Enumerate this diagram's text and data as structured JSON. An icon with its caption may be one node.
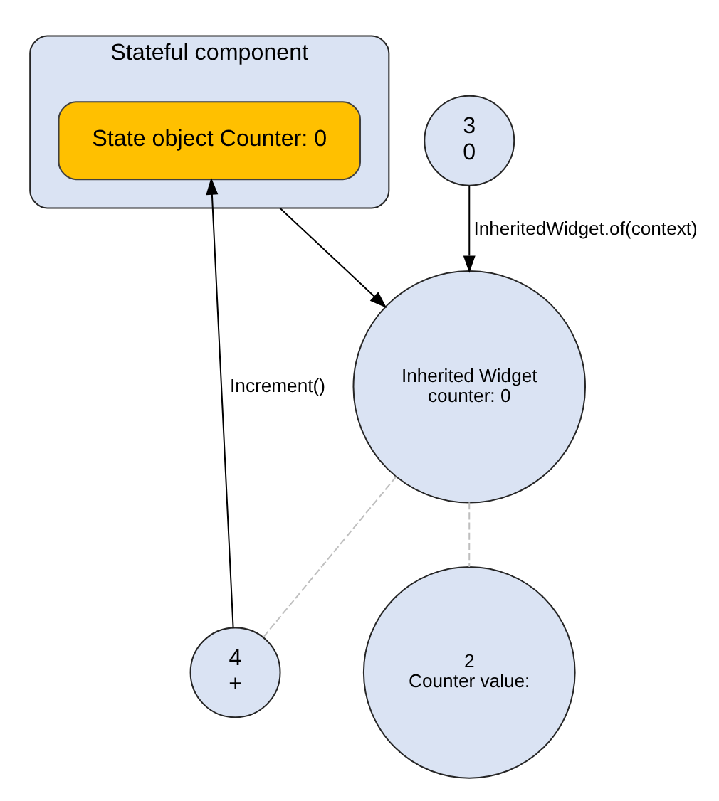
{
  "diagram": {
    "nodes": [
      {
        "text": [
          "Stateful component"
        ]
      },
      {
        "text": [
          "State object Counter: 0"
        ],
        "in": 0
      },
      {
        "text": [
          "Inherited Widget",
          "counter: 0"
        ]
      },
      {
        "text": [
          "2",
          "Counter value:"
        ]
      },
      {
        "text": [
          "3",
          "0"
        ]
      },
      {
        "text": [
          "4",
          "+"
        ]
      }
    ],
    "edges": [
      {
        "from": 0,
        "to": 2,
        "arrow": "to"
      },
      {
        "from": 2,
        "to": 3,
        "arrow": "none",
        "style": "dashed",
        "color": "#bfbfbf"
      },
      {
        "from": 4,
        "to": 2,
        "arrow": "to",
        "label": "InheritedWidget.of(context)"
      },
      {
        "from": 2,
        "to": 5,
        "arrow": "none",
        "style": "dashed",
        "color": "#bfbfbf"
      },
      {
        "from": 5,
        "to": 1,
        "arrow": "to",
        "label": "Increment()"
      }
    ]
  }
}
